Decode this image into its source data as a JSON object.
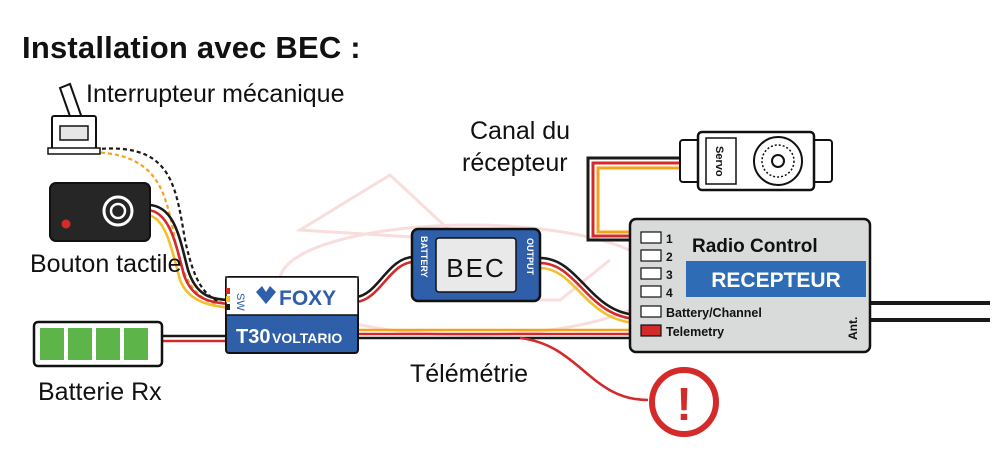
{
  "title": "Installation avec BEC :",
  "labels": {
    "switch": "Interrupteur mécanique",
    "touch_button": "Bouton tactile",
    "battery": "Batterie Rx",
    "channel": [
      "Canal du",
      "récepteur"
    ],
    "telemetry": "Télémétrie"
  },
  "foxy": {
    "sw": "SW",
    "brand": "FOXY",
    "model": "T30",
    "model_suffix": "VOLTARIO"
  },
  "bec": {
    "name": "BEC",
    "left_label": "BATTERY",
    "right_label": "OUTPUT"
  },
  "servo": {
    "label": "Servo"
  },
  "receiver": {
    "title": "Radio Control",
    "name": "RECEPTEUR",
    "ports": [
      "1",
      "2",
      "3",
      "4"
    ],
    "battery_port": "Battery/Channel",
    "telemetry_port": "Telemetry",
    "antenna": "Ant."
  },
  "warning": {
    "symbol": "!"
  },
  "colors": {
    "foxy_blue": "#2e5fa8",
    "receiver_bg": "#d9dada",
    "receiver_name_bg": "#2e6cb5",
    "battery_cell": "#5db54a",
    "warning_red": "#d42a2a",
    "wire_red": "#d42a2a",
    "wire_orange": "#f2a31b",
    "wire_yellow": "#f2c02a",
    "wire_black": "#1a1a1a"
  }
}
